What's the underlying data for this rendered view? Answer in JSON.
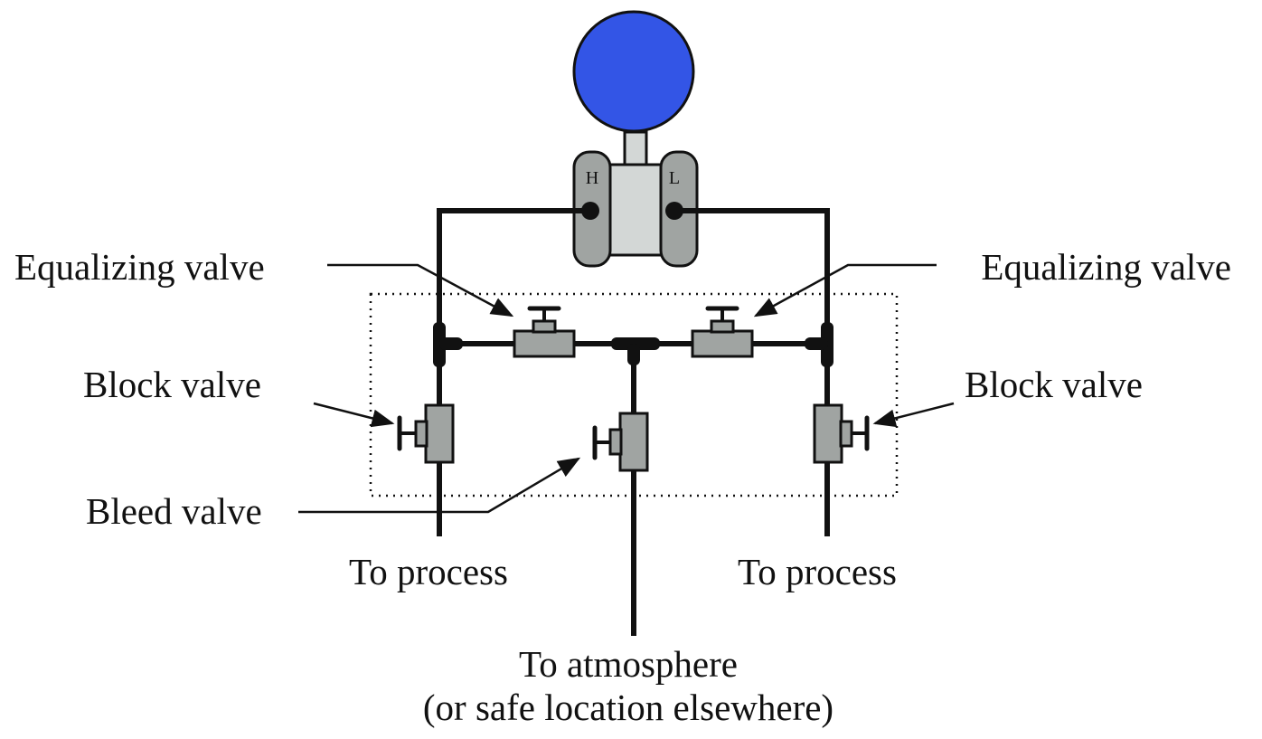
{
  "transmitter": {
    "high_port": "H",
    "low_port": "L"
  },
  "labels": {
    "equalizing_left": "Equalizing valve",
    "equalizing_right": "Equalizing valve",
    "block_left": "Block valve",
    "block_right": "Block valve",
    "bleed": "Bleed valve",
    "process_left": "To process",
    "process_right": "To process",
    "atmosphere_line1": "To atmosphere",
    "atmosphere_line2": "(or safe location elsewhere)"
  },
  "colors": {
    "sensor_dial": "#3355e6",
    "valve_body": "#a0a4a2",
    "transmitter_body": "#d3d7d6",
    "pipe": "#111111",
    "manifold_outline": "#111111"
  }
}
